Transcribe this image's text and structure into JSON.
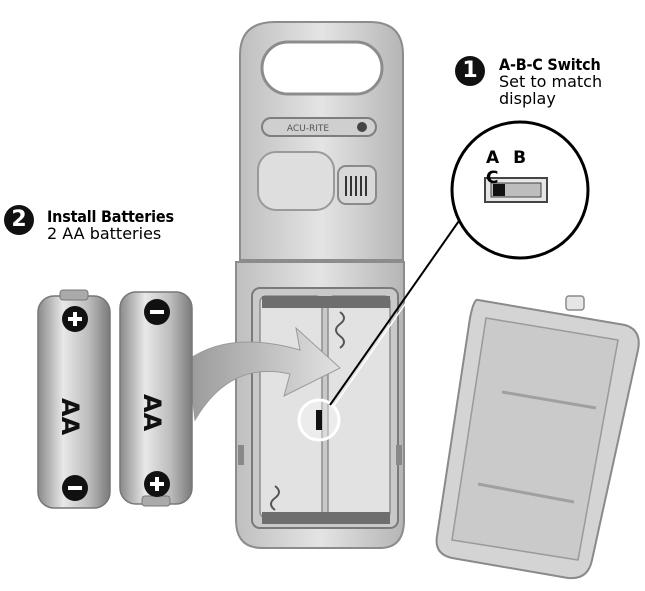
{
  "step1": {
    "number": "1",
    "title": "A-B-C Switch",
    "desc_line1": "Set to match",
    "desc_line2": "display"
  },
  "step2": {
    "number": "2",
    "title": "Install Batteries",
    "desc": "2 AA batteries"
  },
  "switch_labels": "A B C",
  "battery_label": "AA",
  "device_brand": "ACU-RITE",
  "colors": {
    "plastic": "#d6d6d6",
    "plastic_dark": "#a8a8a8",
    "battery": "#cfcfcf",
    "ink": "#000000"
  }
}
